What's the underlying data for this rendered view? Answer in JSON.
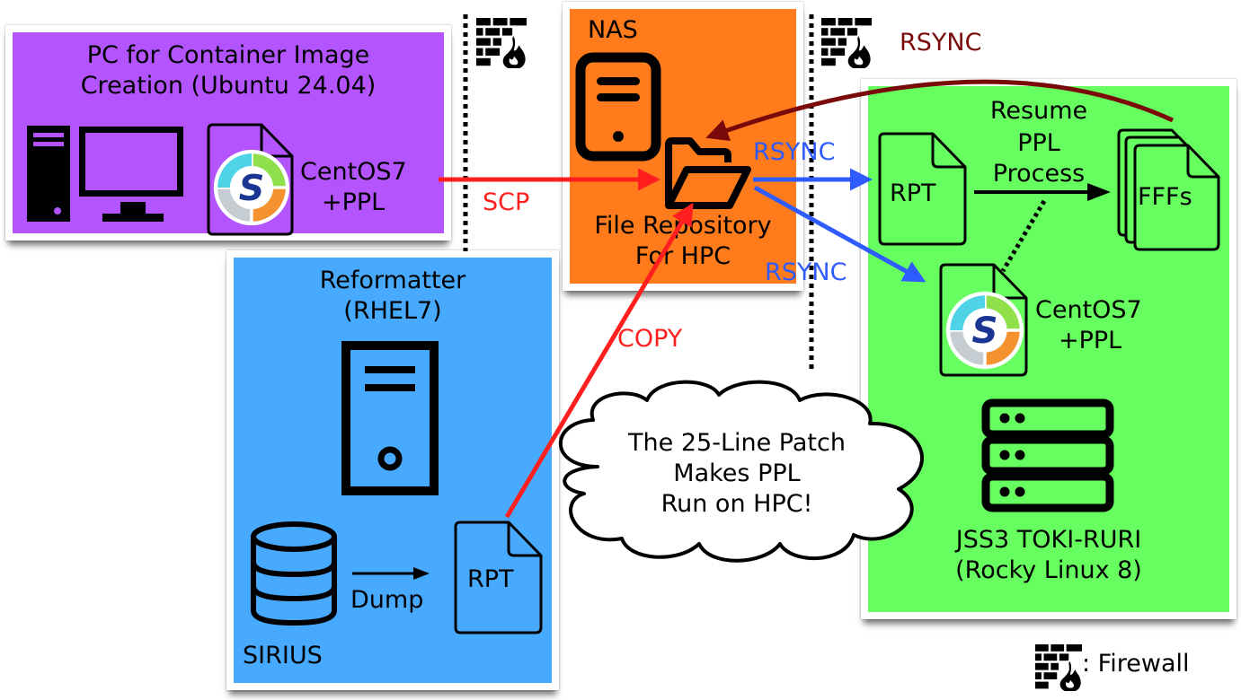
{
  "colors": {
    "pc_box": "#b354ff",
    "nas_box": "#ff7b1c",
    "reformatter_box": "#48aaff",
    "hpc_box": "#66ff5f",
    "scp_arrow": "#ff1f1f",
    "copy_arrow": "#ff1f1f",
    "rsync_arrow": "#2f5cff",
    "rsync_back_arrow": "#7a0a0a"
  },
  "pc_box": {
    "title_line1": "PC for Container Image",
    "title_line2": "Creation (Ubuntu 24.04)",
    "icon_desktop": "desktop-computer-icon",
    "icon_container": "container-image-file-icon",
    "container_line1": "CentOS7",
    "container_line2": "+PPL"
  },
  "nas_box": {
    "title": "NAS",
    "icon_server": "nas-server-icon",
    "icon_folder": "open-folder-icon",
    "repo_line1": "File Repository",
    "repo_line2": "For HPC"
  },
  "reformatter_box": {
    "title_line1": "Reformatter",
    "title_line2": "(RHEL7)",
    "icon_server": "tower-server-icon",
    "database_label": "SIRIUS",
    "dump_label": "Dump",
    "file_label": "RPT"
  },
  "hpc_box": {
    "rpt_label": "RPT",
    "process_line1": "Resume",
    "process_line2": "PPL",
    "process_line3": "Process",
    "output_label": "FFFs",
    "container_line1": "CentOS7",
    "container_line2": "+PPL",
    "system_line1": "JSS3 TOKI-RURI",
    "system_line2": "(Rocky Linux 8)"
  },
  "arrows": {
    "scp": "SCP",
    "copy": "COPY",
    "rsync_rpt": "RSYNC",
    "rsync_container": "RSYNC",
    "rsync_back": "RSYNC"
  },
  "callout": {
    "line1": "The 25-Line Patch",
    "line2": "Makes PPL",
    "line3": "Run on HPC!"
  },
  "legend": {
    "icon": "firewall-icon",
    "label": ": Firewall"
  }
}
